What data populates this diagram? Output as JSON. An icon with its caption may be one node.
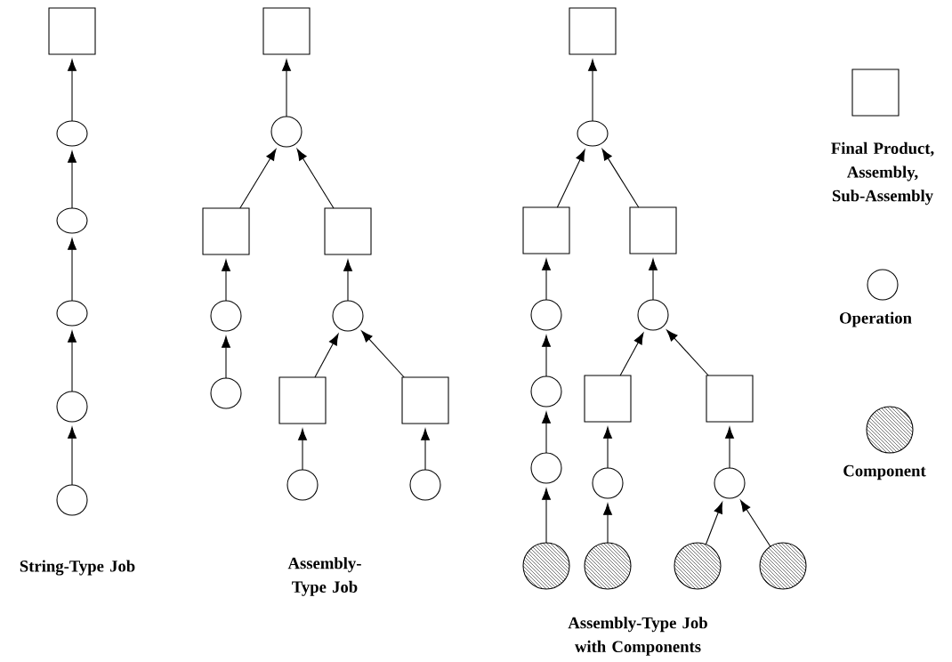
{
  "diagram": {
    "nodes": [
      {
        "text": [],
        "shape": "box"
      },
      {
        "text": [],
        "shape": "ellipse"
      },
      {
        "text": [],
        "shape": "ellipse"
      },
      {
        "text": [],
        "shape": "ellipse"
      },
      {
        "text": [],
        "shape": "circle"
      },
      {
        "text": [],
        "shape": "circle"
      },
      {
        "text": [],
        "shape": "box"
      },
      {
        "text": [],
        "shape": "circle"
      },
      {
        "text": [],
        "shape": "box"
      },
      {
        "text": [],
        "shape": "box"
      },
      {
        "text": [],
        "shape": "circle"
      },
      {
        "text": [],
        "shape": "circle"
      },
      {
        "text": [],
        "shape": "circle"
      },
      {
        "text": [],
        "shape": "box"
      },
      {
        "text": [],
        "shape": "box"
      },
      {
        "text": [],
        "shape": "circle"
      },
      {
        "text": [],
        "shape": "circle"
      },
      {
        "text": [],
        "shape": "box"
      },
      {
        "text": [],
        "shape": "ellipse"
      },
      {
        "text": [],
        "shape": "box"
      },
      {
        "text": [],
        "shape": "box"
      },
      {
        "text": [],
        "shape": "circle"
      },
      {
        "text": [],
        "shape": "circle"
      },
      {
        "text": [],
        "shape": "circle"
      },
      {
        "text": [],
        "shape": "box"
      },
      {
        "text": [],
        "shape": "box"
      },
      {
        "text": [],
        "shape": "circle"
      },
      {
        "text": [],
        "shape": "circle"
      },
      {
        "text": [],
        "shape": "circle"
      },
      {
        "text": [],
        "shape": "hatched-circle"
      },
      {
        "text": [],
        "shape": "hatched-circle"
      },
      {
        "text": [],
        "shape": "hatched-circle"
      },
      {
        "text": [],
        "shape": "hatched-circle"
      }
    ],
    "edges": [
      {
        "from": 1,
        "to": 0,
        "arrow": "to"
      },
      {
        "from": 2,
        "to": 1,
        "arrow": "to"
      },
      {
        "from": 3,
        "to": 2,
        "arrow": "to"
      },
      {
        "from": 4,
        "to": 3,
        "arrow": "to"
      },
      {
        "from": 5,
        "to": 4,
        "arrow": "to"
      },
      {
        "from": 7,
        "to": 6,
        "arrow": "to"
      },
      {
        "from": 8,
        "to": 7,
        "arrow": "to"
      },
      {
        "from": 9,
        "to": 7,
        "arrow": "to"
      },
      {
        "from": 10,
        "to": 8,
        "arrow": "to"
      },
      {
        "from": 11,
        "to": 9,
        "arrow": "to"
      },
      {
        "from": 12,
        "to": 10,
        "arrow": "to"
      },
      {
        "from": 13,
        "to": 11,
        "arrow": "to"
      },
      {
        "from": 14,
        "to": 11,
        "arrow": "to"
      },
      {
        "from": 15,
        "to": 13,
        "arrow": "to"
      },
      {
        "from": 16,
        "to": 14,
        "arrow": "to"
      },
      {
        "from": 18,
        "to": 17,
        "arrow": "to"
      },
      {
        "from": 19,
        "to": 18,
        "arrow": "to"
      },
      {
        "from": 20,
        "to": 18,
        "arrow": "to"
      },
      {
        "from": 21,
        "to": 19,
        "arrow": "to"
      },
      {
        "from": 22,
        "to": 20,
        "arrow": "to"
      },
      {
        "from": 23,
        "to": 21,
        "arrow": "to"
      },
      {
        "from": 24,
        "to": 22,
        "arrow": "to"
      },
      {
        "from": 25,
        "to": 22,
        "arrow": "to"
      },
      {
        "from": 26,
        "to": 23,
        "arrow": "to"
      },
      {
        "from": 27,
        "to": 24,
        "arrow": "to"
      },
      {
        "from": 28,
        "to": 25,
        "arrow": "to"
      },
      {
        "from": 29,
        "to": 26,
        "arrow": "to"
      },
      {
        "from": 30,
        "to": 27,
        "arrow": "to"
      },
      {
        "from": 31,
        "to": 28,
        "arrow": "to"
      },
      {
        "from": 32,
        "to": 28,
        "arrow": "to"
      }
    ],
    "labels": [
      "String-Type Job",
      "Assembly-Type Job",
      "Assembly-Type Job with Components"
    ],
    "legend": [
      {
        "text": "Final Product, Assembly, Sub-Assembly"
      },
      {
        "text": "Operation"
      },
      {
        "text": "Component"
      }
    ]
  }
}
